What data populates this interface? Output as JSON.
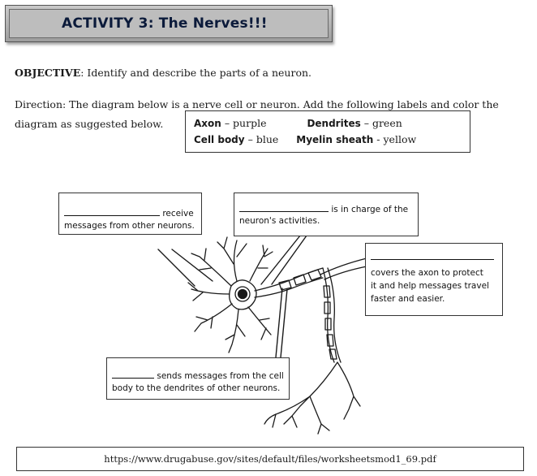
{
  "header": {
    "title": "ACTIVITY 3: The Nerves!!!"
  },
  "objective": {
    "label": "OBJECTIVE",
    "text": ": Identify and describe the parts of a neuron."
  },
  "direction": {
    "text": "Direction: The diagram below is a nerve cell or neuron. Add the following labels and color the diagram as suggested below."
  },
  "legend": {
    "items": [
      {
        "term": "Axon",
        "color": "purple"
      },
      {
        "term": "Dendrites",
        "color": "green"
      },
      {
        "term": "Cell body",
        "color": "blue"
      },
      {
        "term": "Myelin sheath",
        "color": "yellow"
      }
    ]
  },
  "labels": {
    "dendrites": {
      "line1": "receive",
      "line2": "messages from other neurons."
    },
    "cell_body": {
      "line1": "is in charge of the",
      "line2": "neuron's activities."
    },
    "myelin": {
      "line1": "covers the axon to protect",
      "line2": "it and help messages travel",
      "line3": "faster and easier."
    },
    "axon": {
      "line1": "sends messages from the cell",
      "line2": "body to the dendrites of other neurons."
    }
  },
  "footer": {
    "url": "https://www.drugabuse.gov/sites/default/files/worksheetsmod1_69.pdf"
  }
}
